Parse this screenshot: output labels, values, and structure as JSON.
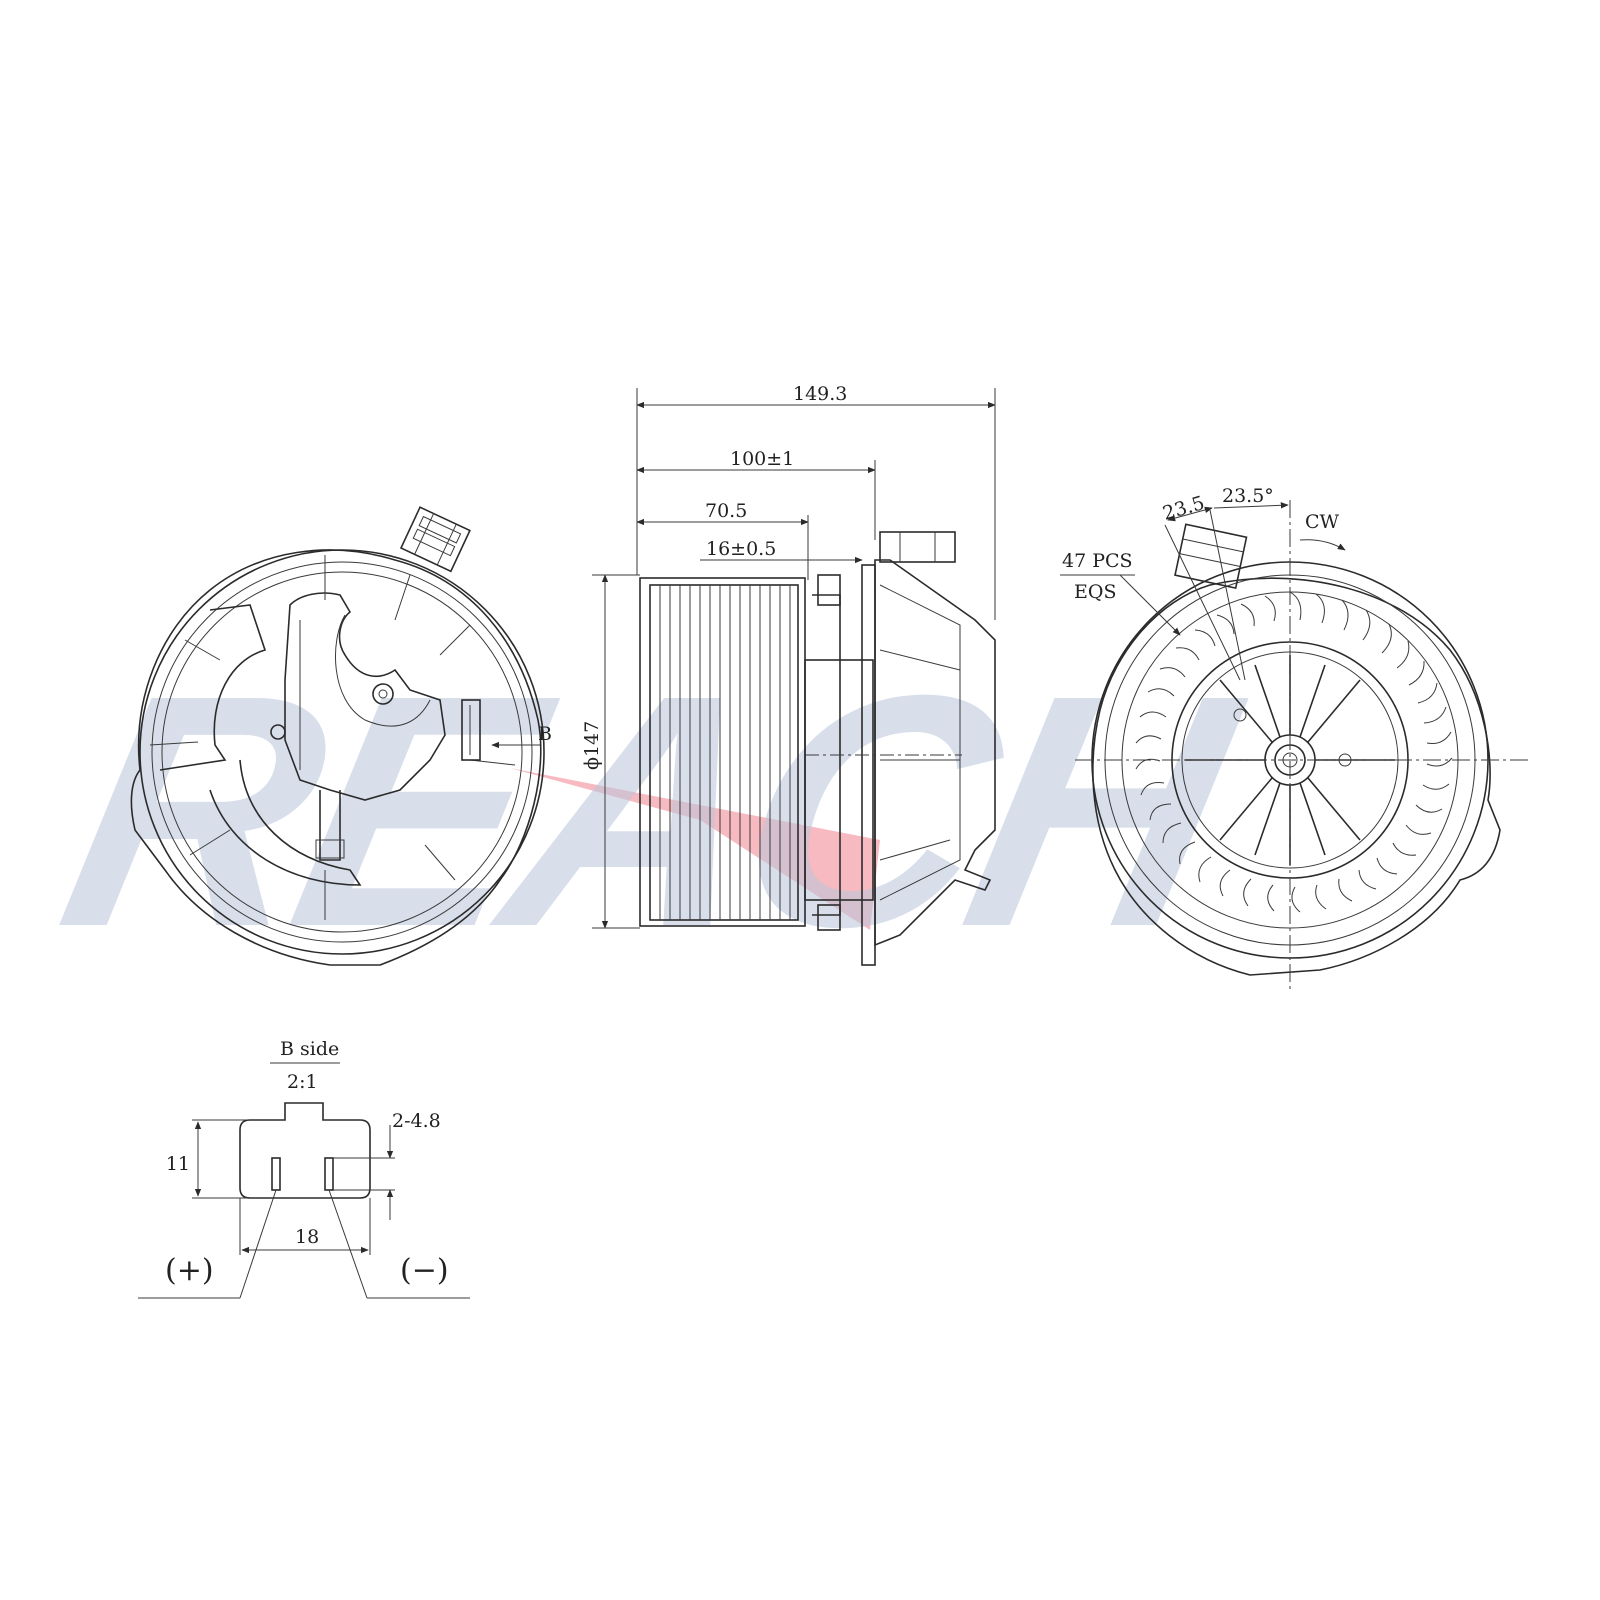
{
  "watermark": {
    "text": "REACH",
    "color": "#b9c6dc",
    "accent": "#e8384a"
  },
  "side_view": {
    "dim_overall": "149.3",
    "dim_housing": "100±1",
    "dim_wheel": "70.5",
    "dim_flange": "16±0.5",
    "dim_diameter": "ϕ147",
    "view_marker": "B"
  },
  "rear_view": {
    "angle_a": "23.5",
    "angle_b": "23.5°",
    "rotation": "CW",
    "blades_count": "47 PCS",
    "blades_spacing": "EQS"
  },
  "connector": {
    "title": "B side",
    "scale": "2:1",
    "dim_height": "11",
    "dim_pitch": "18",
    "dim_terminal": "2-4.8",
    "pos_label": "(+)",
    "neg_label": "(−)"
  }
}
